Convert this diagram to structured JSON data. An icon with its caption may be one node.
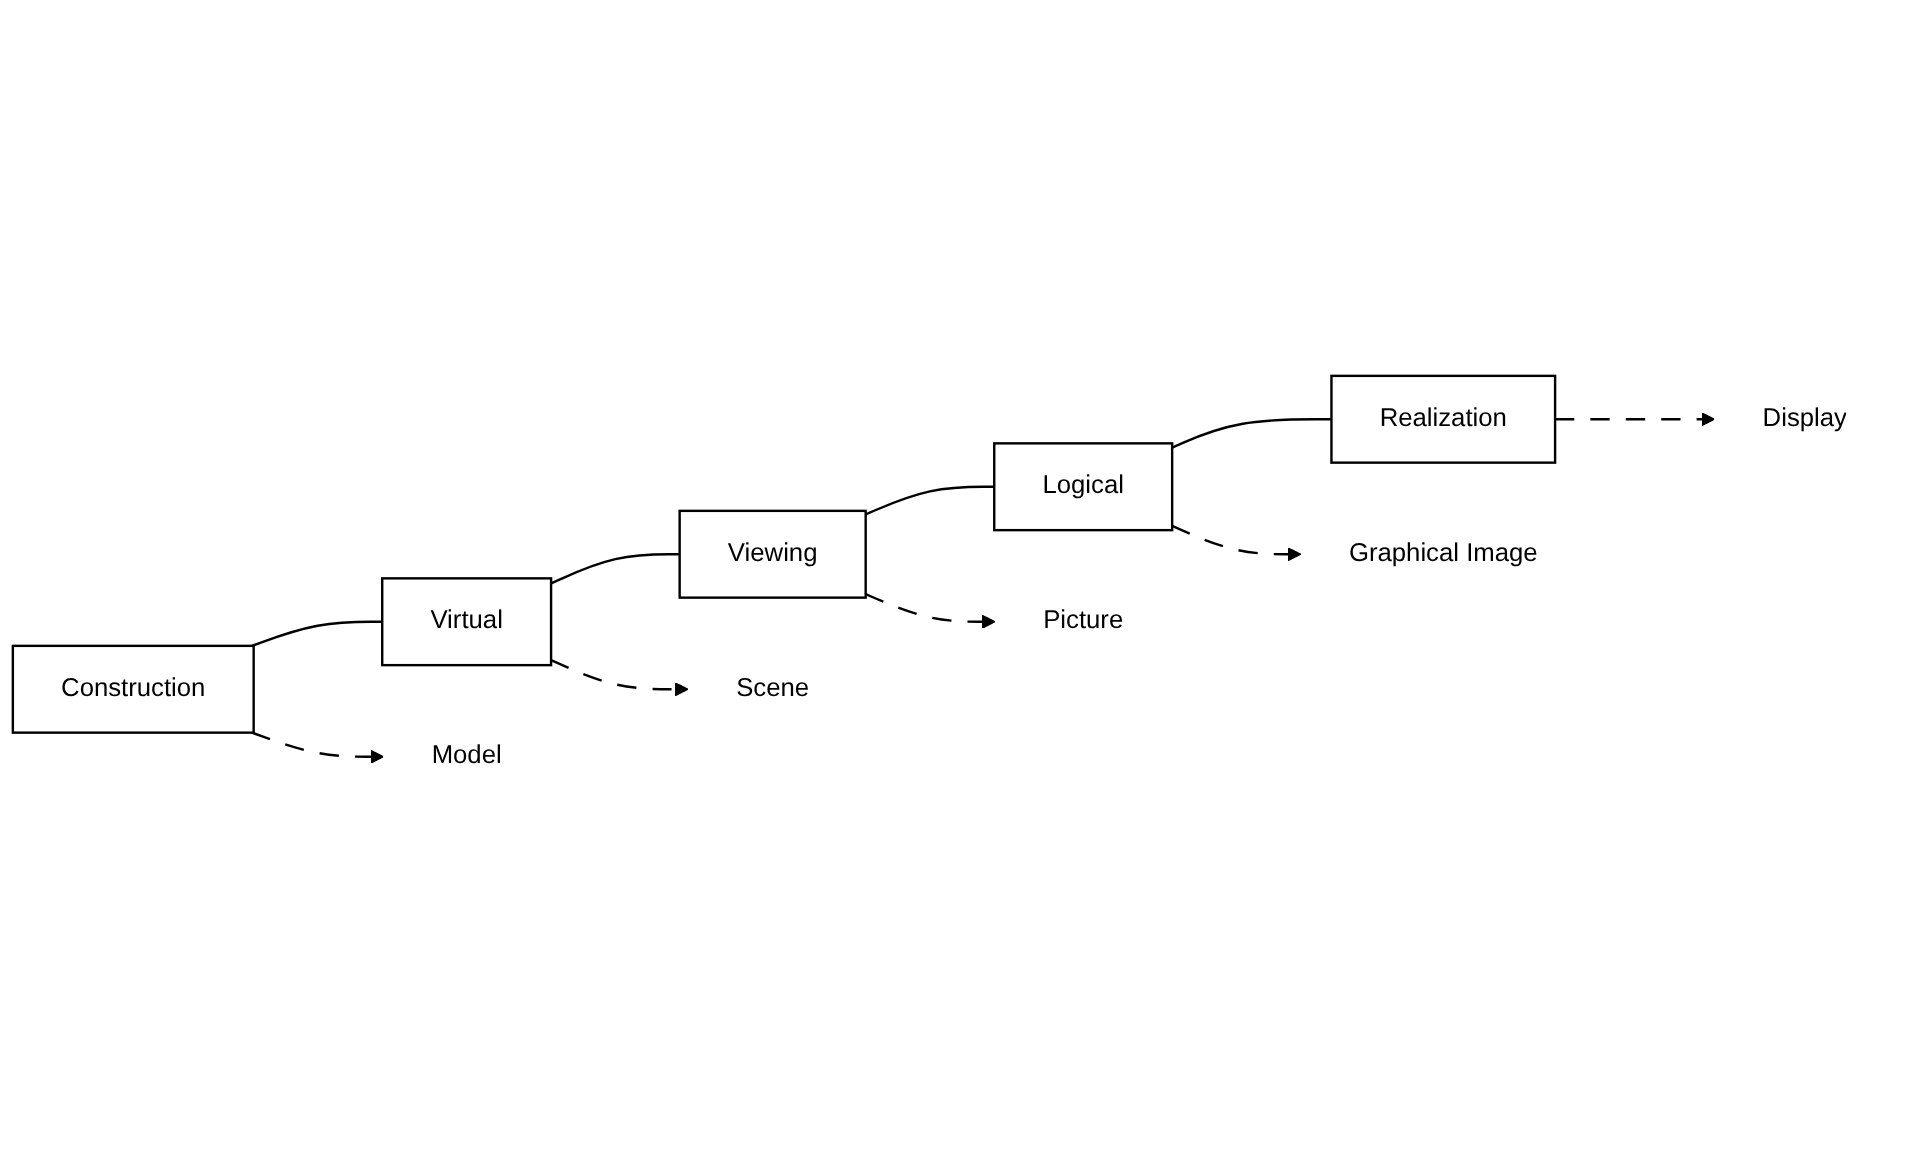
{
  "diagram": {
    "nodes": [
      {
        "text": [
          "Construction"
        ]
      },
      {
        "text": [
          "Virtual"
        ]
      },
      {
        "text": [
          "Viewing"
        ]
      },
      {
        "text": [
          "Logical"
        ]
      },
      {
        "text": [
          "Realization"
        ]
      },
      {
        "text": [
          "Model"
        ]
      },
      {
        "text": [
          "Scene"
        ]
      },
      {
        "text": [
          "Picture"
        ]
      },
      {
        "text": [
          "Graphical Image"
        ]
      },
      {
        "text": [
          "Display"
        ]
      }
    ],
    "edges": [
      {
        "from": 0,
        "to": 1,
        "arrow": "none"
      },
      {
        "from": 1,
        "to": 2,
        "arrow": "none"
      },
      {
        "from": 2,
        "to": 3,
        "arrow": "none"
      },
      {
        "from": 3,
        "to": 4,
        "arrow": "none"
      },
      {
        "from": 0,
        "to": 5,
        "arrow": "to",
        "style": "dashed"
      },
      {
        "from": 1,
        "to": 6,
        "arrow": "to",
        "style": "dashed"
      },
      {
        "from": 2,
        "to": 7,
        "arrow": "to",
        "style": "dashed"
      },
      {
        "from": 3,
        "to": 8,
        "arrow": "to",
        "style": "dashed"
      },
      {
        "from": 4,
        "to": 9,
        "arrow": "to",
        "style": "dashed"
      }
    ]
  }
}
